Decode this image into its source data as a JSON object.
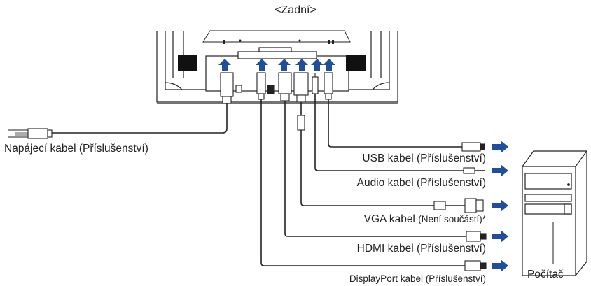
{
  "title": "<Zadní>",
  "labels": {
    "power": "Napájecí kabel (Příslušenství)",
    "usb": "USB kabel (Příslušenství)",
    "audio": "Audio kabel (Příslušenství)",
    "vga_main": "VGA kabel",
    "vga_note": "(Není součástí)*",
    "hdmi": "HDMI kabel (Příslušenství)",
    "displayport": "DisplayPort kabel (Příslušenství)",
    "computer": "Počítač"
  },
  "colors": {
    "arrow": "#1f4e9c",
    "line": "#222222",
    "fill": "#f4f4f4"
  }
}
